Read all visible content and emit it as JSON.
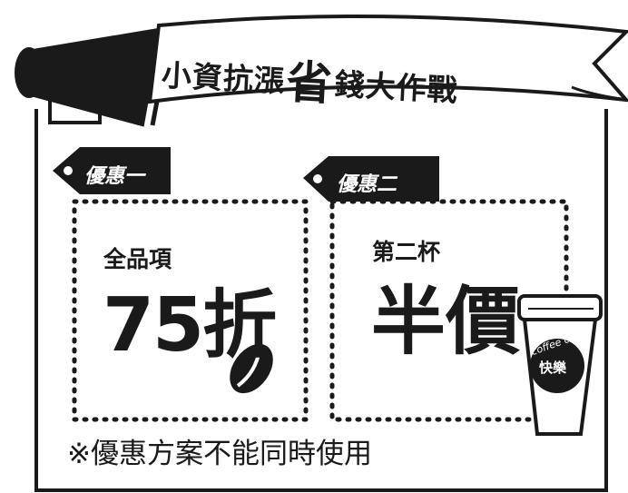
{
  "banner": {
    "title_pre": "小資抗漲",
    "title_big": "省",
    "title_post": "錢大作戰"
  },
  "offers": [
    {
      "tag": "優惠一",
      "subtitle": "全品項",
      "main": "75折"
    },
    {
      "tag": "優惠二",
      "subtitle": "第二杯",
      "main": "半價"
    }
  ],
  "cup": {
    "brand": "coffee cafe",
    "name": "快樂"
  },
  "note": "※優惠方案不能同時使用",
  "colors": {
    "ink": "#1a1a1a",
    "paper": "#ffffff",
    "banner_fill": "#ffffff"
  },
  "icons": [
    "megaphone-icon",
    "coffee-bean-icon",
    "coffee-cup-icon"
  ]
}
